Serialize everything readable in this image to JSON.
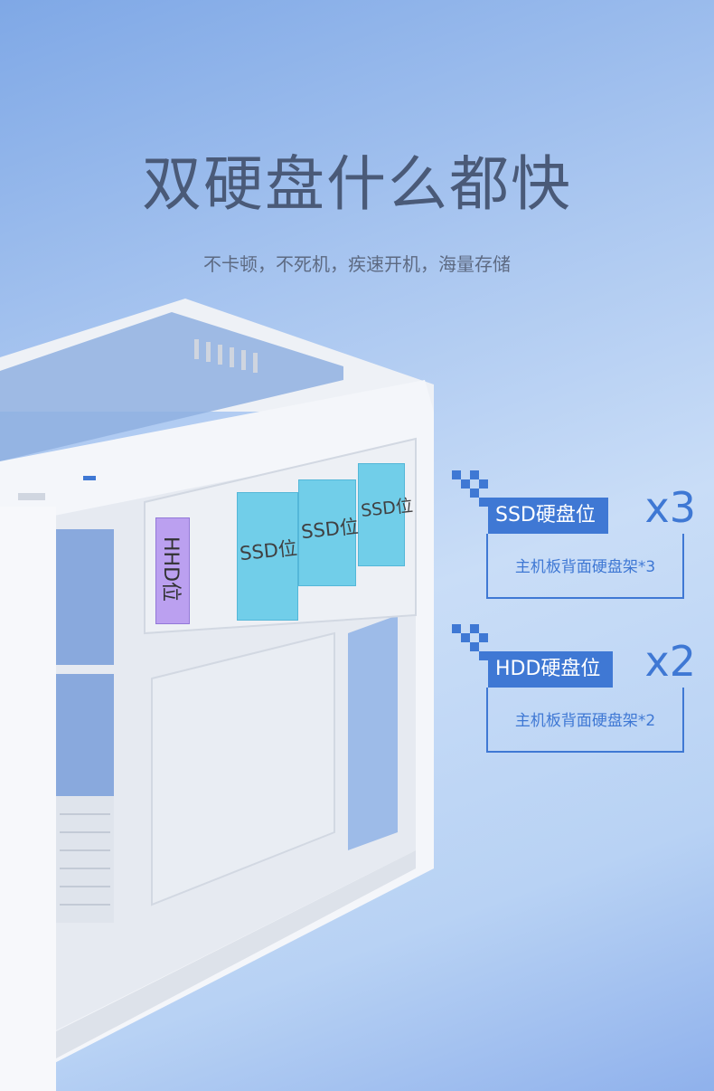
{
  "headline": "双硬盘什么都快",
  "subline": "不卡顿，不死机，疾速开机，海量存储",
  "case": {
    "hdd_label": "HHD位",
    "ssd_labels": [
      "SSD位",
      "SSD位",
      "SSD位"
    ]
  },
  "specs": [
    {
      "label": "SSD硬盘位",
      "multiplier": "x3",
      "description": "主机板背面硬盘架*3"
    },
    {
      "label": "HDD硬盘位",
      "multiplier": "x2",
      "description": "主机板背面硬盘架*2"
    }
  ],
  "colors": {
    "accent": "#3f78d4",
    "ssd_slot": "#5cc9e8",
    "hdd_slot": "#b79af0"
  }
}
